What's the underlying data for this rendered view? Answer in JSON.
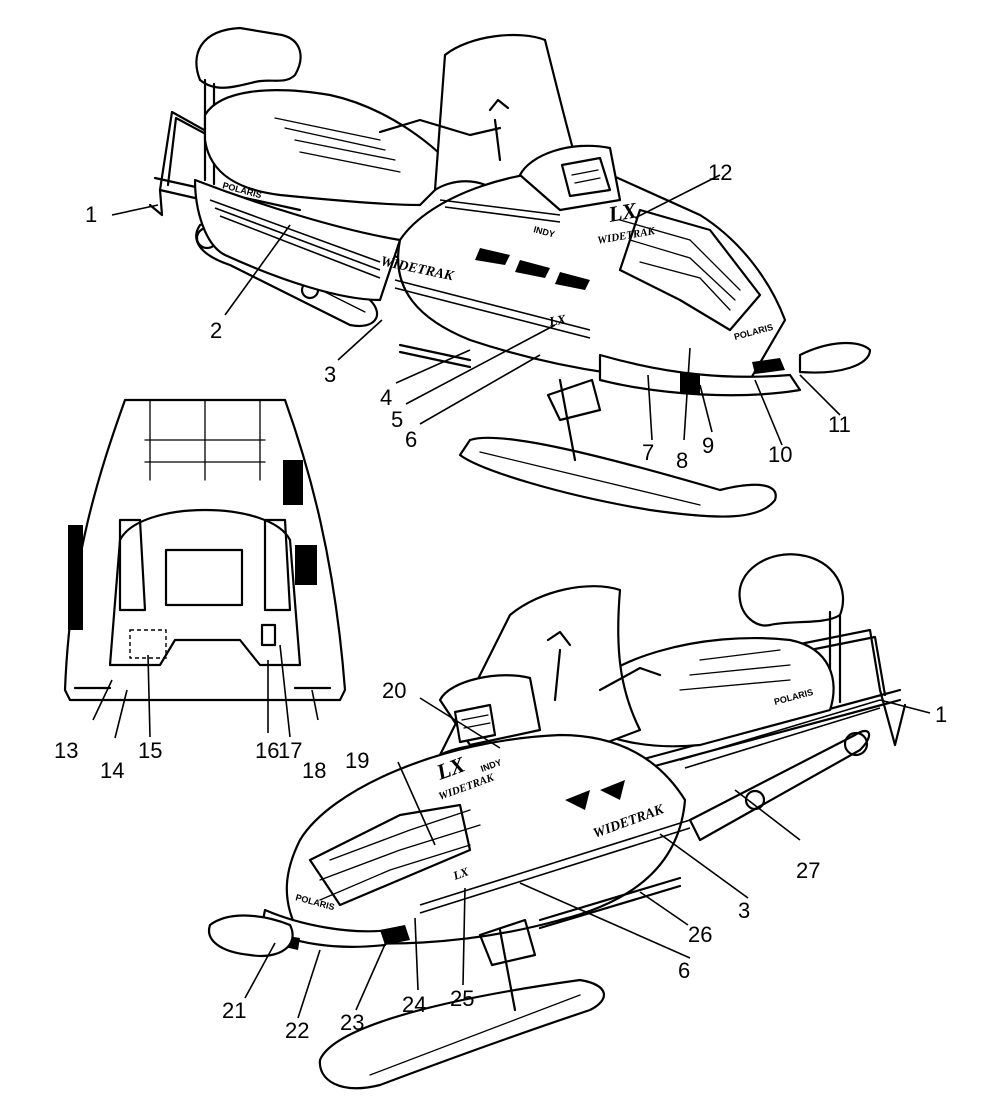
{
  "callouts": {
    "c1a": "1",
    "c2": "2",
    "c3a": "3",
    "c4": "4",
    "c5": "5",
    "c6a": "6",
    "c7": "7",
    "c8": "8",
    "c9": "9",
    "c10": "10",
    "c11": "11",
    "c12": "12",
    "c13": "13",
    "c14": "14",
    "c15": "15",
    "c16": "16",
    "c17": "17",
    "c18": "18",
    "c19": "19",
    "c20": "20",
    "c21": "21",
    "c22": "22",
    "c23": "23",
    "c24": "24",
    "c25": "25",
    "c26": "26",
    "c3b": "3",
    "c6b": "6",
    "c27": "27",
    "c1b": "1"
  },
  "decals": {
    "polaris": "POLARIS",
    "lx": "LX",
    "widetrak": "WIDETRAK",
    "indy": "INDY"
  }
}
